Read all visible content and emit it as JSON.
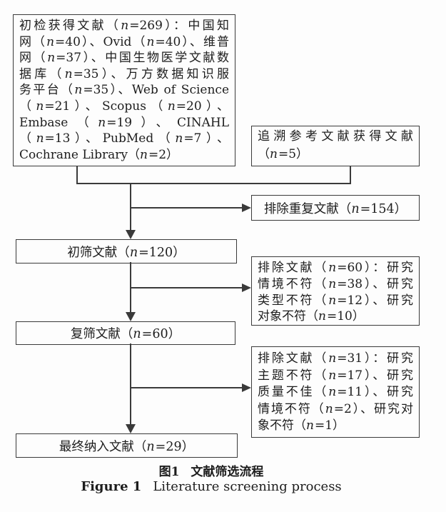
{
  "flowchart": {
    "initial_retrieval": {
      "lines": [
        "初检获得文献（n=269）：中国知",
        "网（n=40）、Ovid（n=40）、维普",
        "网（n=37）、中国生物医学文献数",
        "据库（n=35）、万方数据知识服",
        "务平台（n=35）、Web of Science",
        "（n=21）、Scopus（n=20）、",
        "Embase（n=19）、CINAHL",
        "（n=13）、PubMed（n=7）、",
        "Cochrane Library（n=2）"
      ]
    },
    "reference_tracing": {
      "lines": [
        "追溯参考文献获得文献",
        "（n=5）"
      ]
    },
    "duplicate_exclusion": {
      "label": "排除重复文献（n=154）"
    },
    "initial_screening": {
      "label": "初筛文献（n=120）"
    },
    "first_exclusion": {
      "lines": [
        "排除文献（n=60）：研究",
        "情境不符（n=38）、研究",
        "类型不符（n=12）、研究",
        "对象不符（n=10）"
      ]
    },
    "second_screening": {
      "label": "复筛文献（n=60）"
    },
    "second_exclusion": {
      "lines": [
        "排除文献（n=31）：研究",
        "主题不符（n=17）、研究",
        "质量不佳（n=11）、研究",
        "情境不符（n=2）、研究对",
        "象不符（n=1）"
      ]
    },
    "final_inclusion": {
      "label": "最终纳入文献（n=29）"
    }
  },
  "caption": {
    "zh_label": "图1",
    "zh_title": "文献筛选流程",
    "en_label": "Figure 1",
    "en_title": "Literature screening process"
  },
  "colors": {
    "line": "#3a3a3a",
    "text": "#1d1d1d",
    "background": "#fdfdfd"
  }
}
